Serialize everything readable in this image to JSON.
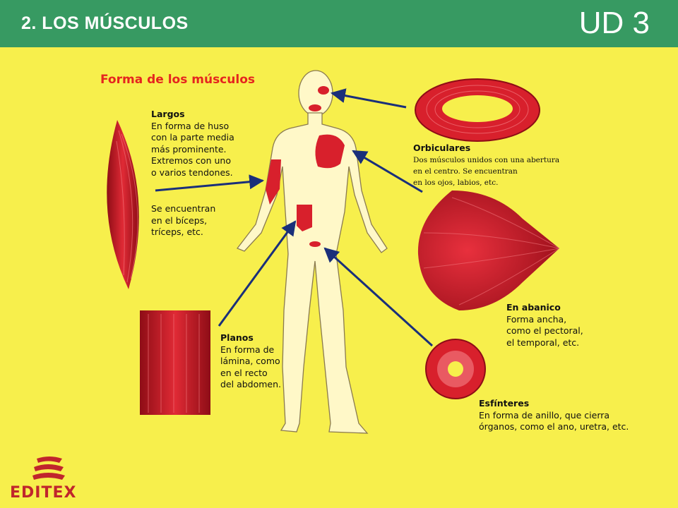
{
  "header": {
    "title": "2. LOS MÚSCULOS",
    "unit": "UD 3"
  },
  "figure": {
    "title": "Forma de los músculos",
    "largos": {
      "name": "Largos",
      "lines": [
        "En forma de huso",
        "con la parte media",
        "más prominente.",
        "Extremos con uno",
        "o varios tendones."
      ],
      "location_lines": [
        "Se encuentran",
        "en el bíceps,",
        "tríceps, etc."
      ]
    },
    "orbiculares": {
      "name": "Orbiculares",
      "lines": [
        "Dos músculos unidos con una abertura",
        "en el centro. Se encuentran",
        "en los ojos, labios, etc."
      ]
    },
    "abanico": {
      "name": "En abanico",
      "lines": [
        "Forma ancha,",
        "como el pectoral,",
        "el temporal, etc."
      ]
    },
    "planos": {
      "name": "Planos",
      "lines": [
        "En forma de",
        "lámina, como",
        "en el recto",
        "del abdomen."
      ]
    },
    "esfinteres": {
      "name": "Esfínteres",
      "lines": [
        "En forma de anillo, que cierra",
        "órganos, como el ano, uretra, etc."
      ]
    }
  },
  "logo": {
    "text": "EDITEX"
  },
  "colors": {
    "header": "#379a62",
    "background": "#f7ef4c",
    "muscle": "#d8202c",
    "title_red": "#e5251f",
    "arrow": "#1a2f7a"
  }
}
